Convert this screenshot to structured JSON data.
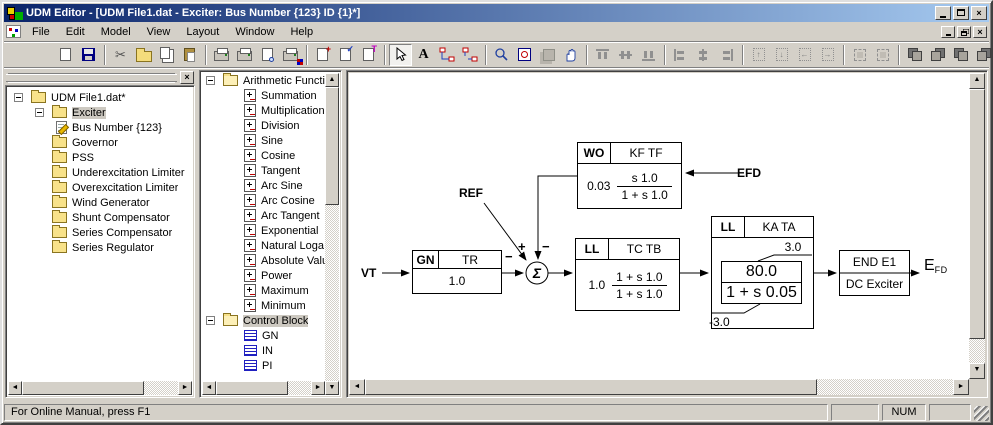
{
  "window": {
    "title": "UDM Editor - [UDM File1.dat - Exciter: Bus Number {123} ID {1}*]"
  },
  "menu": {
    "items": [
      "File",
      "Edit",
      "Model",
      "View",
      "Layout",
      "Window",
      "Help"
    ]
  },
  "toolbar": {
    "icons": [
      "new-document",
      "save",
      "cut",
      "open",
      "copy",
      "paste",
      "batch-print",
      "print",
      "print-preview",
      "print-setup",
      "add-model",
      "validate-model",
      "model-report",
      "pointer-tool",
      "text-tool",
      "link-tool",
      "unlink-tool",
      "zoom-tool",
      "zoom-region-tool",
      "blocks-tool",
      "pan-tool",
      "align-top",
      "align-middle",
      "align-bottom",
      "align-left",
      "align-center",
      "align-right",
      "distribute-up",
      "distribute-down",
      "distribute-left",
      "distribute-right",
      "fit-width",
      "fit-height",
      "bring-to-front",
      "send-to-back",
      "bring-forward",
      "send-backward"
    ]
  },
  "left_tree": {
    "items": [
      {
        "label": "UDM File1.dat*"
      },
      {
        "label": "Exciter"
      },
      {
        "label": "Bus Number {123}"
      },
      {
        "label": "Governor"
      },
      {
        "label": "PSS"
      },
      {
        "label": "Underexcitation Limiter"
      },
      {
        "label": "Overexcitation Limiter"
      },
      {
        "label": "Wind Generator"
      },
      {
        "label": "Shunt Compensator"
      },
      {
        "label": "Series Compensator"
      },
      {
        "label": "Series Regulator"
      }
    ]
  },
  "blocks_tree": {
    "items": [
      {
        "label": "Arithmetic Functio"
      },
      {
        "label": "Summation"
      },
      {
        "label": "Multiplication"
      },
      {
        "label": "Division"
      },
      {
        "label": "Sine"
      },
      {
        "label": "Cosine"
      },
      {
        "label": "Tangent"
      },
      {
        "label": "Arc Sine"
      },
      {
        "label": "Arc Cosine"
      },
      {
        "label": "Arc Tangent"
      },
      {
        "label": "Exponential"
      },
      {
        "label": "Natural Loga"
      },
      {
        "label": "Absolute Valu"
      },
      {
        "label": "Power"
      },
      {
        "label": "Maximum"
      },
      {
        "label": "Minimum"
      },
      {
        "label": "Control Block"
      },
      {
        "label": "GN"
      },
      {
        "label": "IN"
      },
      {
        "label": "PI"
      }
    ]
  },
  "diagram": {
    "input_label": "VT",
    "ref_label": "REF",
    "efd_label": "EFD",
    "output_main": "E",
    "output_sub": "FD",
    "sum_symbol": "Σ",
    "sign_vt": "−",
    "sign_ref": "+",
    "sign_fb": "−",
    "gn_block": {
      "type": "GN",
      "params": "TR",
      "gain": "1.0"
    },
    "wo_block": {
      "type": "WO",
      "params": "KF TF",
      "gain": "0.03",
      "num": "s 1.0",
      "den": "1 + s 1.0"
    },
    "ll1_block": {
      "type": "LL",
      "params": "TC TB",
      "gain": "1.0",
      "num": "1 + s 1.0",
      "den": "1 + s 1.0"
    },
    "ll2_block": {
      "type": "LL",
      "params": "KA TA",
      "num": "80.0",
      "den": "1 + s 0.05",
      "upper": "3.0",
      "lower": "-3.0"
    },
    "end_block": {
      "line1": "END E1",
      "line2": "DC Exciter"
    }
  },
  "statusbar": {
    "message": "For Online Manual, press F1",
    "num_label": "NUM"
  },
  "colors": {
    "titlebar_start": "#0a246a",
    "titlebar_end": "#a6caf0",
    "chrome": "#d4d0c8",
    "selection": "#cdc9c1"
  }
}
